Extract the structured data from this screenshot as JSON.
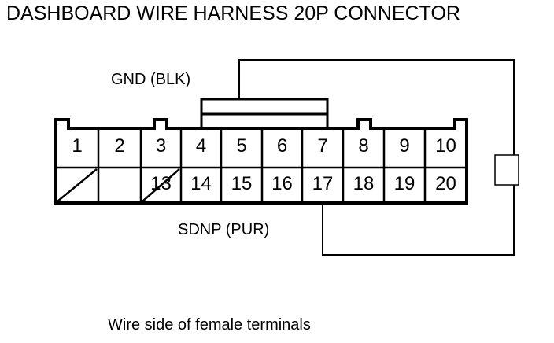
{
  "page": {
    "title": "DASHBOARD WIRE HARNESS 20P CONNECTOR",
    "caption": "Wire side of female terminals",
    "background_color": "#ffffff",
    "line_color": "#000000"
  },
  "labels": {
    "gnd": "GND (BLK)",
    "sdnp": "SDNP (PUR)"
  },
  "connector": {
    "name": "20P connector",
    "pin_count": 20,
    "columns": 10,
    "rows": 2,
    "top_row": [
      {
        "number": "1",
        "blank": false
      },
      {
        "number": "2",
        "blank": false
      },
      {
        "number": "3",
        "blank": false
      },
      {
        "number": "4",
        "blank": false
      },
      {
        "number": "5",
        "blank": false
      },
      {
        "number": "6",
        "blank": false
      },
      {
        "number": "7",
        "blank": false
      },
      {
        "number": "8",
        "blank": false
      },
      {
        "number": "9",
        "blank": false
      },
      {
        "number": "10",
        "blank": false
      }
    ],
    "bottom_row": [
      {
        "number": "",
        "blank": true
      },
      {
        "number": "",
        "blank": true
      },
      {
        "number": "13",
        "blank": false
      },
      {
        "number": "14",
        "blank": false
      },
      {
        "number": "15",
        "blank": false
      },
      {
        "number": "16",
        "blank": false
      },
      {
        "number": "17",
        "blank": false
      },
      {
        "number": "18",
        "blank": false
      },
      {
        "number": "19",
        "blank": false
      },
      {
        "number": "20",
        "blank": false
      }
    ]
  },
  "callouts": [
    {
      "label": "GND (BLK)",
      "wire_color": "BLK",
      "signal": "GND",
      "points_to_pin": "latch-tab-top-center"
    },
    {
      "label": "SDNP (PUR)",
      "wire_color": "PUR",
      "signal": "SDNP",
      "points_to_pin": "17"
    }
  ]
}
